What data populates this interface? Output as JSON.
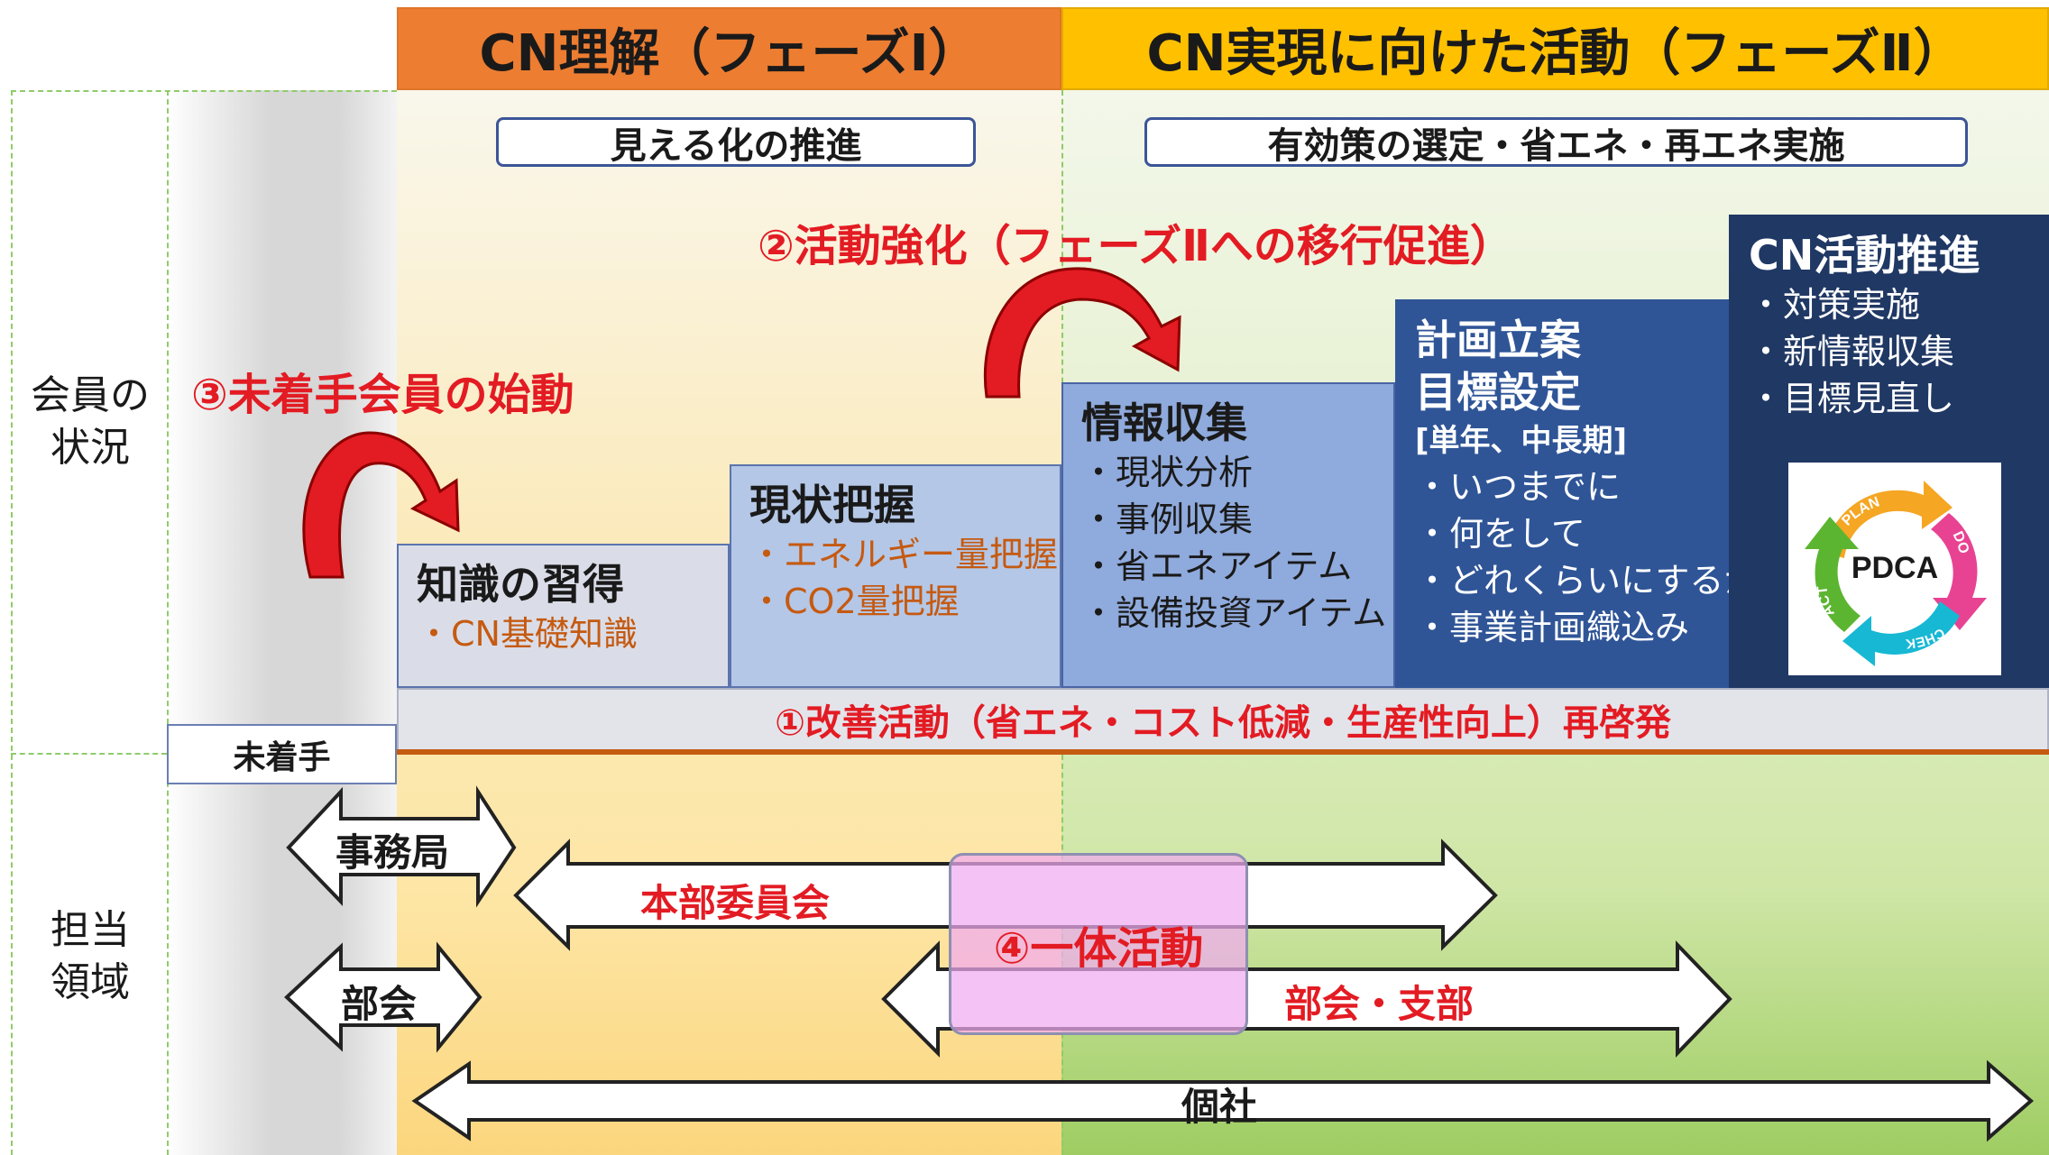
{
  "phases": {
    "phase1": "CN理解（フェーズⅠ）",
    "phase2": "CN実現に向けた活動（フェーズⅡ）"
  },
  "subheaders": {
    "phase1": "見える化の推進",
    "phase2": "有効策の選定・省エネ・再エネ実施"
  },
  "row_labels": {
    "members": [
      "会員の",
      "状況"
    ],
    "responsibility": [
      "担当",
      "領域"
    ]
  },
  "actions": {
    "activity_strengthen": "②活動強化（フェーズⅡへの移行促進）",
    "start_unstarted": "③未着手会員の始動",
    "improvement": "①改善活動（省エネ・コスト低減・生産性向上）再啓発",
    "unity": "④一体活動"
  },
  "not_started": "未着手",
  "steps": [
    {
      "title": "知識の習得",
      "items": [
        "・CN基礎知識"
      ]
    },
    {
      "title": "現状把握",
      "items": [
        "・エネルギー量把握",
        "・CO2量把握"
      ]
    },
    {
      "title": "情報収集",
      "items": [
        "・現状分析",
        "・事例収集",
        "・省エネアイテム",
        "・設備投資アイテム"
      ]
    },
    {
      "title": "計画立案",
      "title2": "目標設定",
      "note": "[単年、中長期]",
      "items": [
        "・いつまでに",
        "・何をして",
        "・どれくらいにするか",
        "・事業計画織込み"
      ]
    },
    {
      "title": "CN活動推進",
      "items": [
        "・対策実施",
        "・新情報収集",
        "・目標見直し"
      ]
    }
  ],
  "pdca": {
    "center": "PDCA",
    "plan": "PLAN",
    "do": "DO",
    "check": "CHEK",
    "act": "ACT"
  },
  "areas": {
    "secretariat": "事務局",
    "hq_committee": "本部委員会",
    "subcommittee": "部会",
    "subcommittee_branch": "部会・支部",
    "company": "個社"
  },
  "colors": {
    "phase1_header": "#ed7d31",
    "phase2_header": "#ffc000",
    "red_text": "#e31b23",
    "orange_text": "#c55a11"
  }
}
